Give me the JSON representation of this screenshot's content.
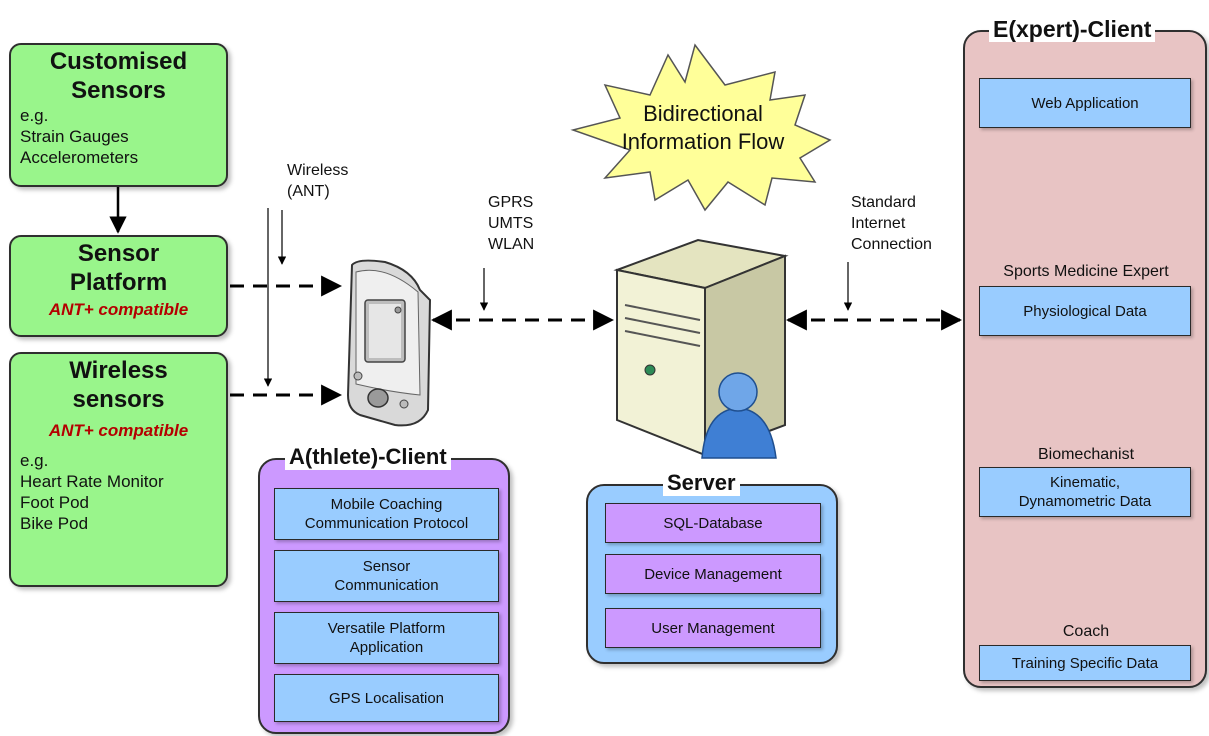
{
  "customised_sensors": {
    "title": "Customised\nSensors",
    "text": "e.g.\nStrain Gauges\nAccelerometers"
  },
  "sensor_platform": {
    "title": "Sensor\nPlatform",
    "note": "ANT+ compatible"
  },
  "wireless_sensors": {
    "title": "Wireless\nsensors",
    "note": "ANT+ compatible",
    "text": "e.g.\nHeart Rate Monitor\nFoot Pod\nBike Pod"
  },
  "labels": {
    "wireless_ant": "Wireless\n(ANT)",
    "gprs": "GPRS\nUMTS\nWLAN",
    "internet": "Standard\nInternet\nConnection"
  },
  "starburst": "Bidirectional\nInformation Flow",
  "athlete_client": {
    "title": "A(thlete)-Client",
    "items": [
      "Mobile Coaching\nCommunication Protocol",
      "Sensor\nCommunication",
      "Versatile Platform\nApplication",
      "GPS Localisation"
    ]
  },
  "server": {
    "title": "Server",
    "items": [
      "SQL-Database",
      "Device Management",
      "User Management"
    ]
  },
  "expert_client": {
    "title": "E(xpert)-Client",
    "items": [
      "Web Application",
      "Physiological Data",
      "Kinematic,\nDynamometric Data",
      "Training Specific Data"
    ],
    "roles": [
      "Sports Medicine Expert",
      "Biomechanist",
      "Coach"
    ]
  },
  "colors": {
    "sensor_green": "#99f58b",
    "athlete_purple": "#cc99ff",
    "server_blue": "#99ccff",
    "expert_pink": "#e8c4c4",
    "starburst_yellow": "#ffff99",
    "ant_red": "#b40000"
  },
  "icons": [
    "pda-device-icon",
    "server-tower-icon",
    "user-icon",
    "desktop-computer-icon",
    "laptop-icon"
  ]
}
